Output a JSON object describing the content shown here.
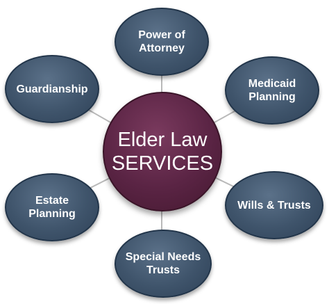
{
  "center": {
    "line1": "Elder Law",
    "line2": "SERVICES"
  },
  "nodes": [
    {
      "label": "Power of\nAttorney"
    },
    {
      "label": "Medicaid\nPlanning"
    },
    {
      "label": "Wills & Trusts"
    },
    {
      "label": "Special Needs\nTrusts"
    },
    {
      "label": "Estate\nPlanning"
    },
    {
      "label": "Guardianship"
    }
  ],
  "colors": {
    "hub": "#5a2444",
    "satellite": "#3f546b",
    "text": "#ffffff",
    "connector": "#b9b9b9"
  }
}
